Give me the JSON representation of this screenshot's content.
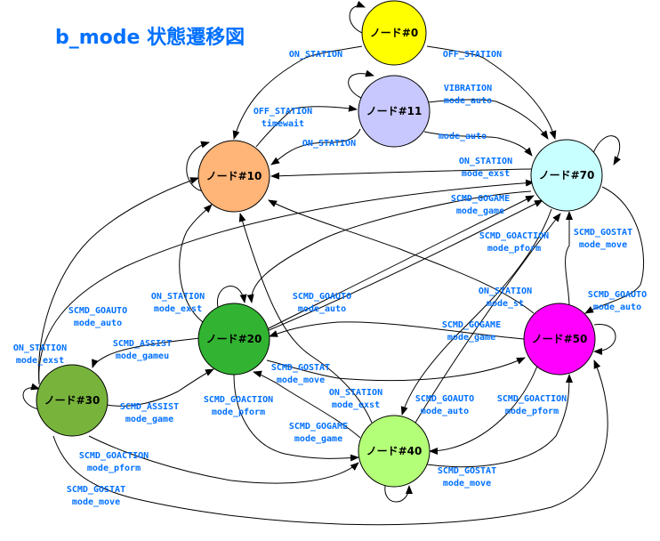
{
  "title": "b_mode 状態遷移図",
  "colors": {
    "label_text": "#0070ff",
    "edge": "#000000"
  },
  "nodes": [
    {
      "id": "n0",
      "label": "ノード#0",
      "color": "#ffff00"
    },
    {
      "id": "n11",
      "label": "ノード#11",
      "color": "#c8c8ff"
    },
    {
      "id": "n10",
      "label": "ノード#10",
      "color": "#ffb478"
    },
    {
      "id": "n70",
      "label": "ノード#70",
      "color": "#c8ffff"
    },
    {
      "id": "n20",
      "label": "ノード#20",
      "color": "#32b432"
    },
    {
      "id": "n50",
      "label": "ノード#50",
      "color": "#ff00ff"
    },
    {
      "id": "n30",
      "label": "ノード#30",
      "color": "#78b43c"
    },
    {
      "id": "n40",
      "label": "ノード#40",
      "color": "#b4ff78"
    }
  ],
  "edges": [
    {
      "from": "n0",
      "to": "n0",
      "label": []
    },
    {
      "from": "n0",
      "to": "n10",
      "label": [
        "ON_STATION"
      ]
    },
    {
      "from": "n0",
      "to": "n70",
      "label": [
        "OFF_STATION"
      ]
    },
    {
      "from": "n11",
      "to": "n11",
      "label": []
    },
    {
      "from": "n10",
      "to": "n11",
      "label": [
        "OFF_STATION",
        "timewait"
      ]
    },
    {
      "from": "n11",
      "to": "n10",
      "label": [
        "ON_STATION"
      ]
    },
    {
      "from": "n11",
      "to": "n70",
      "label": [
        "VIBRATION",
        "mode_auto"
      ]
    },
    {
      "from": "n11",
      "to": "n70",
      "label": [
        "mode_auto"
      ]
    },
    {
      "from": "n10",
      "to": "n10",
      "label": []
    },
    {
      "from": "n70",
      "to": "n70",
      "label": []
    },
    {
      "from": "n70",
      "to": "n10",
      "label": [
        "ON_STATION",
        "mode_exst"
      ]
    },
    {
      "from": "n70",
      "to": "n20",
      "label": [
        "SCMD_GOGAME",
        "mode_game"
      ]
    },
    {
      "from": "n20",
      "to": "n70",
      "label": [
        "SCMD_GOACTION",
        "mode_pform"
      ]
    },
    {
      "from": "n50",
      "to": "n70",
      "label": [
        "SCMD_GOSTAT",
        "mode_move"
      ]
    },
    {
      "from": "n70",
      "to": "n50",
      "label": [
        "SCMD_GOAUTO",
        "mode_auto"
      ]
    },
    {
      "from": "n50",
      "to": "n10",
      "label": [
        "ON_STATION",
        "mode_st"
      ]
    },
    {
      "from": "n20",
      "to": "n10",
      "label": [
        "ON_STATION",
        "mode_exst"
      ]
    },
    {
      "from": "n20",
      "to": "n20",
      "label": []
    },
    {
      "from": "n20",
      "to": "n50",
      "label": [
        "SCMD_GOAUTO",
        "mode_auto"
      ]
    },
    {
      "from": "n50",
      "to": "n20",
      "label": [
        "SCMD_GOGAME",
        "mode_game"
      ]
    },
    {
      "from": "n20",
      "to": "n50",
      "label": [
        "SCMD_GOSTAT",
        "mode_move"
      ]
    },
    {
      "from": "n30",
      "to": "n70",
      "label": [
        "SCMD_GOAUTO",
        "mode_auto"
      ]
    },
    {
      "from": "n30",
      "to": "n10",
      "label": [
        "ON_STATION",
        "mode_exst"
      ]
    },
    {
      "from": "n20",
      "to": "n30",
      "label": [
        "SCMD_ASSIST",
        "mode_gameu"
      ]
    },
    {
      "from": "n30",
      "to": "n20",
      "label": [
        "SCMD_ASSIST",
        "mode_game"
      ]
    },
    {
      "from": "n30",
      "to": "n30",
      "label": []
    },
    {
      "from": "n30",
      "to": "n40",
      "label": [
        "SCMD_GOACTION",
        "mode_pform"
      ]
    },
    {
      "from": "n30",
      "to": "n50",
      "label": [
        "SCMD_GOSTAT",
        "mode_move"
      ]
    },
    {
      "from": "n20",
      "to": "n40",
      "label": [
        "SCMD_GOACTION",
        "mode_pform"
      ]
    },
    {
      "from": "n40",
      "to": "n20",
      "label": [
        "SCMD_GOGAME",
        "mode_game"
      ]
    },
    {
      "from": "n40",
      "to": "n10",
      "label": [
        "ON_STATION",
        "mode_exst"
      ]
    },
    {
      "from": "n40",
      "to": "n70",
      "label": [
        "SCMD_GOAUTO",
        "mode_auto"
      ]
    },
    {
      "from": "n50",
      "to": "n40",
      "label": [
        "SCMD_GOACTION",
        "mode_pform"
      ]
    },
    {
      "from": "n40",
      "to": "n50",
      "label": [
        "SCMD_GOSTAT",
        "mode_move"
      ]
    },
    {
      "from": "n40",
      "to": "n40",
      "label": []
    },
    {
      "from": "n50",
      "to": "n50",
      "label": []
    },
    {
      "from": "n70",
      "to": "n40",
      "label": []
    }
  ]
}
